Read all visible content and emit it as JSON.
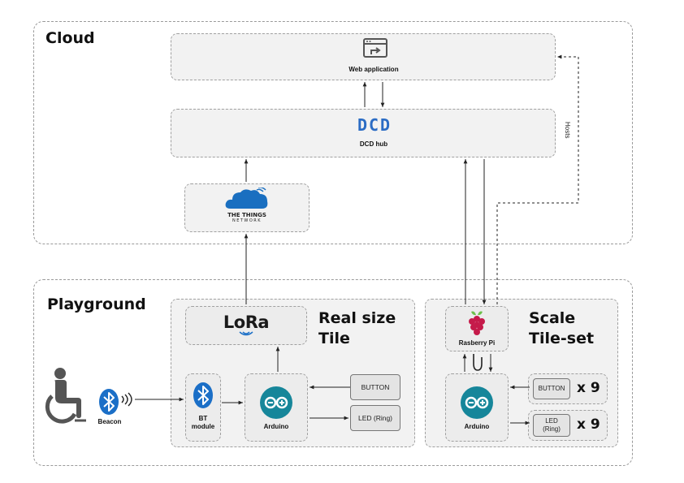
{
  "regions": {
    "cloud": "Cloud",
    "playground": "Playground"
  },
  "cloud": {
    "web_app_label": "Web application",
    "dcd_logo": "DCD",
    "dcd_hub_label": "DCD hub",
    "ttn_line1": "THE THINGS",
    "ttn_line2": "NETWORK",
    "hosts_label": "Hosts"
  },
  "real_size": {
    "title_line1": "Real size",
    "title_line2": "Tile",
    "lora_logo": "LoRa",
    "bt_label_line1": "BT",
    "bt_label_line2": "module",
    "arduino_label": "Arduino",
    "button_label": "BUTTON",
    "led_label": "LED (Ring)"
  },
  "scale": {
    "title_line1": "Scale",
    "title_line2": "Tile-set",
    "rpi_label": "Rasberry Pi",
    "arduino_label": "Arduino",
    "button_label": "BUTTON",
    "led_line1": "LED",
    "led_line2": "(Ring)",
    "button_mult": "x 9",
    "led_mult": "x 9"
  },
  "user": {
    "beacon_label": "Beacon"
  },
  "colors": {
    "bluetooth": "#1b6fc7",
    "arduino": "#16869a",
    "ttn_cloud": "#1a6fc0",
    "dcd_blue": "#2b6cc4",
    "raspberry": "#c51a4a",
    "raspberry_leaf": "#6cc04a"
  }
}
